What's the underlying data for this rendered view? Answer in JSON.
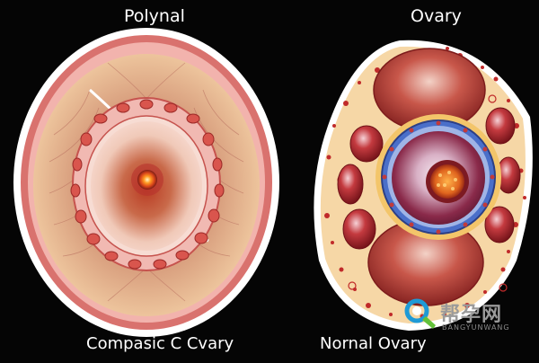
{
  "labels": {
    "top_left": "Polynal",
    "top_right": "Ovary",
    "bottom_left": "Compasic C Cvary",
    "bottom_right": "Nornal Ovary"
  },
  "watermark": {
    "title": "帮孕网",
    "subtitle": "BANGYUNWANG"
  },
  "colors": {
    "background": "#050505",
    "outline": "#ffffff",
    "tissue_pink": "#f2b3ad",
    "tissue_red": "#b8322d",
    "follicle_fluid": "#7b1f1b",
    "core_orange": "#ff8a1c",
    "capsule_blue": "#4a6fc9",
    "watermark_blue": "#1f9ad6",
    "watermark_green": "#63c13a"
  }
}
